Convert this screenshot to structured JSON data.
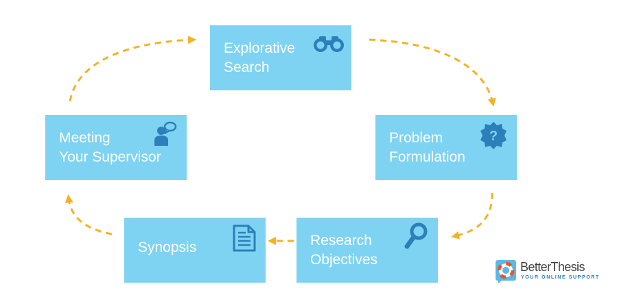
{
  "colors": {
    "box_fill": "#7ed3f2",
    "box_text": "#ffffff",
    "icon": "#2c7fb8",
    "arrow": "#f4b223",
    "logo_text": "#404040",
    "logo_tag": "#2c7fb8"
  },
  "steps": [
    {
      "id": "explorative-search",
      "label": "Explorative\nSearch",
      "icon": "binoculars-icon"
    },
    {
      "id": "problem-formulation",
      "label": "Problem\nFormulation",
      "icon": "question-badge-icon"
    },
    {
      "id": "research-objectives",
      "label": "Research\nObjectives",
      "icon": "magnifier-icon"
    },
    {
      "id": "synopsis",
      "label": "Synopsis",
      "icon": "document-icon"
    },
    {
      "id": "meeting-supervisor",
      "label": "Meeting\nYour Supervisor",
      "icon": "person-speech-icon"
    }
  ],
  "arrows": [
    {
      "from": "explorative-search",
      "to": "problem-formulation"
    },
    {
      "from": "problem-formulation",
      "to": "research-objectives"
    },
    {
      "from": "research-objectives",
      "to": "synopsis"
    },
    {
      "from": "synopsis",
      "to": "meeting-supervisor"
    },
    {
      "from": "meeting-supervisor",
      "to": "explorative-search"
    }
  ],
  "logo": {
    "name": "BetterThesis",
    "tagline": "YOUR ONLINE SUPPORT",
    "icon": "lifebuoy-icon"
  }
}
